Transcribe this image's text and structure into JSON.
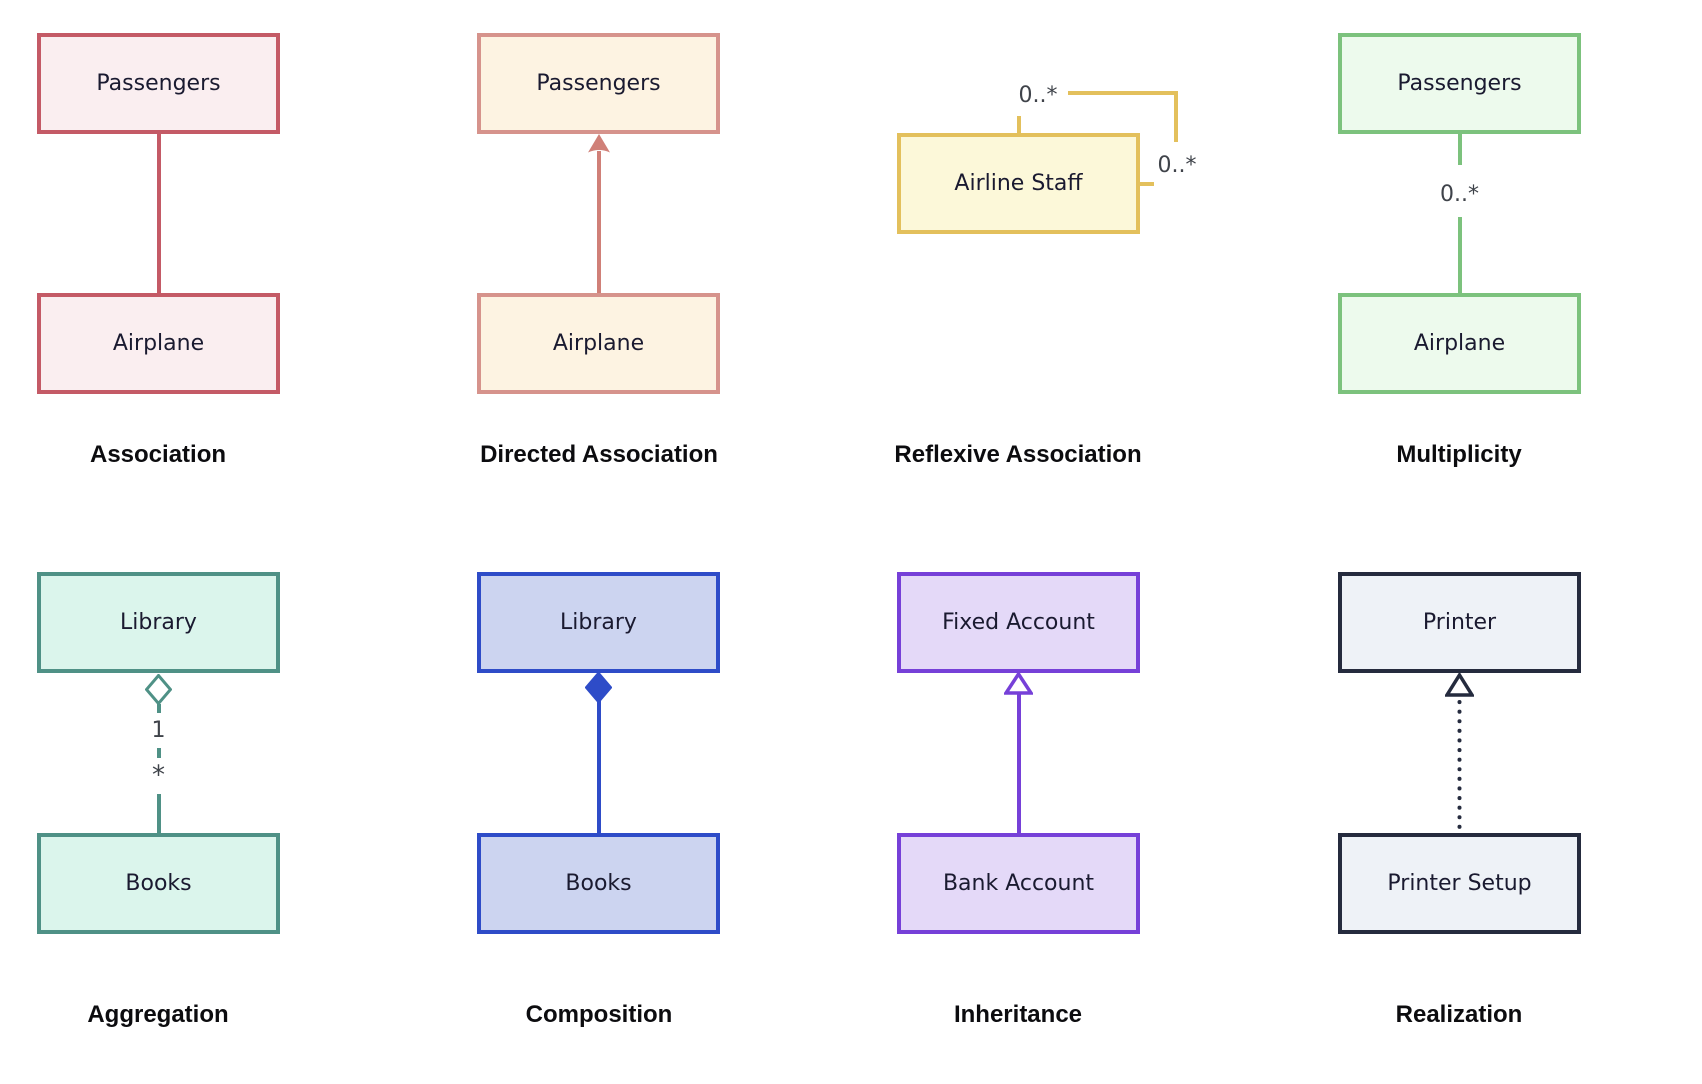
{
  "theme": {
    "background": "#ffffff",
    "box_text": "#1a1a30",
    "label_text": "#3f434a",
    "caption_text": "#0c0c0f"
  },
  "panels": [
    {
      "caption": "Association",
      "relationship": "association",
      "top_box": "Passengers",
      "bottom_box": "Airplane",
      "colors": {
        "border": "#c45a66",
        "fill": "#faeef0",
        "line": "#c45a66"
      }
    },
    {
      "caption": "Directed Association",
      "relationship": "directed-association",
      "top_box": "Passengers",
      "bottom_box": "Airplane",
      "colors": {
        "border": "#d6938c",
        "fill": "#fdf3e2",
        "line": "#d08078"
      }
    },
    {
      "caption": "Reflexive Association",
      "relationship": "reflexive-association",
      "box": "Airline Staff",
      "start_label": "0..*",
      "end_label": "0..*",
      "colors": {
        "border": "#e3c05c",
        "fill": "#fcf8d9",
        "line": "#e3c05c"
      }
    },
    {
      "caption": "Multiplicity",
      "relationship": "association",
      "top_box": "Passengers",
      "bottom_box": "Airplane",
      "edge_label": "0..*",
      "colors": {
        "border": "#7cc27d",
        "fill": "#edfaed",
        "line": "#7cc27d"
      }
    },
    {
      "caption": "Aggregation",
      "relationship": "aggregation",
      "top_box": "Library",
      "bottom_box": "Books",
      "top_label": "1",
      "bottom_label": "*",
      "colors": {
        "border": "#4f9186",
        "fill": "#dbf5ec",
        "line": "#4f9186"
      }
    },
    {
      "caption": "Composition",
      "relationship": "composition",
      "top_box": "Library",
      "bottom_box": "Books",
      "colors": {
        "border": "#2e4cc8",
        "fill": "#ccd4f0",
        "line": "#2e4cc8"
      }
    },
    {
      "caption": "Inheritance",
      "relationship": "inheritance",
      "top_box": "Fixed Account",
      "bottom_box": "Bank Account",
      "colors": {
        "border": "#7640d8",
        "fill": "#e4d9f8",
        "line": "#7640d8"
      }
    },
    {
      "caption": "Realization",
      "relationship": "realization",
      "top_box": "Printer",
      "bottom_box": "Printer Setup",
      "colors": {
        "border": "#252b3e",
        "fill": "#eef2f7",
        "line": "#252b3e"
      }
    }
  ]
}
